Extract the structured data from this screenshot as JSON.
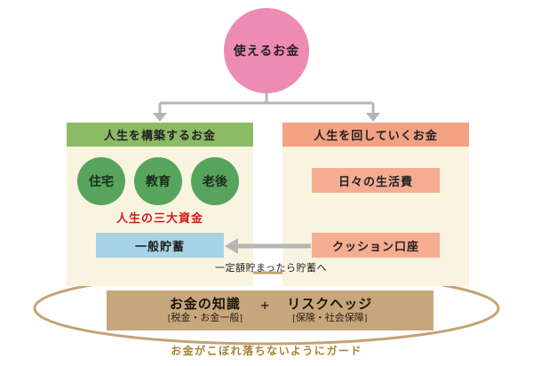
{
  "root_circle": {
    "label": "使えるお金"
  },
  "left_panel": {
    "header": "人生を構築するお金",
    "funds": [
      {
        "label": "住宅"
      },
      {
        "label": "教育"
      },
      {
        "label": "老後"
      }
    ],
    "funds_caption": "人生の三大資金",
    "savings": "一般貯蓄"
  },
  "right_panel": {
    "header": "人生を回していくお金",
    "living_expenses": "日々の生活費",
    "cushion_account": "クッション口座"
  },
  "transfer_note": "一定額貯まったら貯蓄へ",
  "foundation": {
    "knowledge": {
      "title": "お金の知識",
      "subtitle": "[税金・お金一般]"
    },
    "plus": "+",
    "hedge": {
      "title": "リスクヘッジ",
      "subtitle": "[保険・社会保障]"
    },
    "caption": "お金がこぼれ落ちないようにガード"
  },
  "colors": {
    "root_circle_pink": "#ee8bb2",
    "left_header_green": "#8cbb66",
    "fund_circle_green": "#57a45d",
    "panel_body_cream": "#f8f4e0",
    "caption_red": "#d21c1c",
    "savings_blue": "#a6d4e6",
    "right_header_salmon": "#f2a183",
    "right_item_salmon": "#f5ad92",
    "foundation_tan": "#c7a67c",
    "ellipse_stroke": "#c5a273",
    "guard_caption_gold": "#a5832e",
    "arrow_gray": "#b5b5b5"
  }
}
